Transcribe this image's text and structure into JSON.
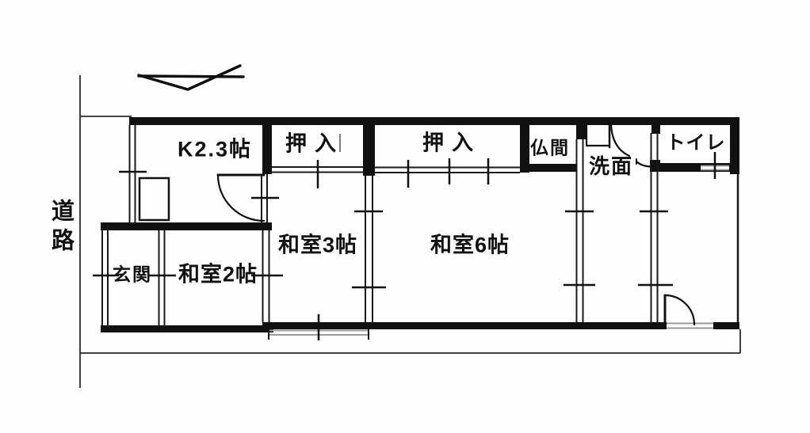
{
  "floorplan": {
    "site": {
      "road_label": "道路"
    },
    "rooms": {
      "kitchen": {
        "label": "K2.3帖"
      },
      "closet1": {
        "label": "押入"
      },
      "closet2": {
        "label": "押入"
      },
      "butsuma": {
        "label": "仏間"
      },
      "washroom": {
        "label": "洗面"
      },
      "toilet": {
        "label": "トイレ"
      },
      "entrance": {
        "label": "玄関"
      },
      "tatami2": {
        "label": "和室2帖"
      },
      "tatami3": {
        "label": "和室3帖"
      },
      "tatami6": {
        "label": "和室6帖"
      }
    },
    "colors": {
      "wall": "#111111",
      "line": "#222222",
      "opening_gray": "#9b9b9b",
      "background": "#fefefe"
    }
  }
}
